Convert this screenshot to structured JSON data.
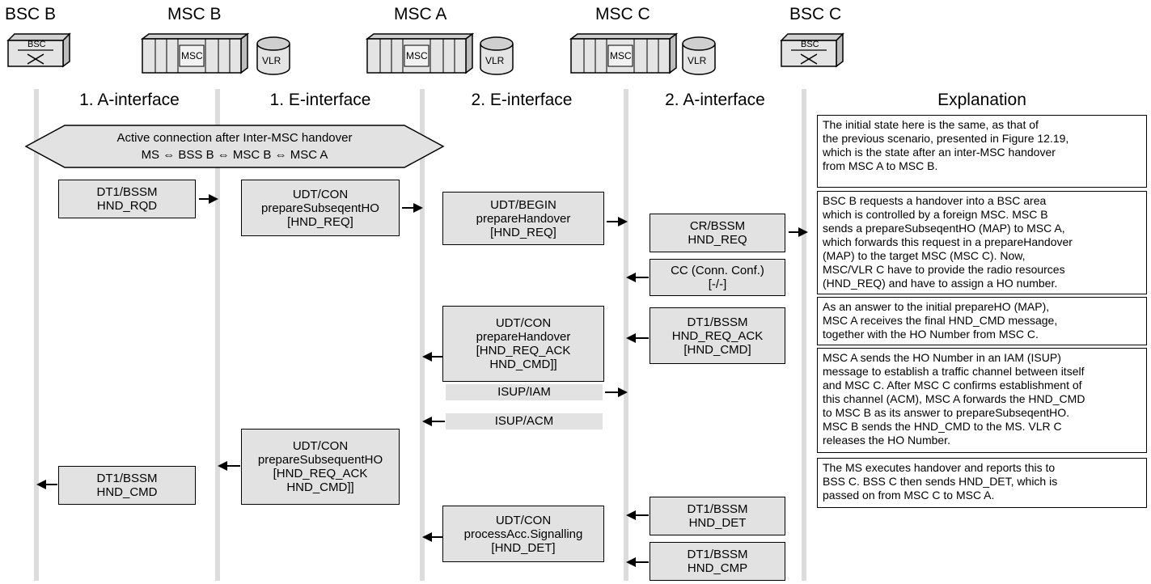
{
  "nodes": {
    "bsc_b": {
      "title": "BSC B",
      "box_label": "BSC"
    },
    "msc_b": {
      "title": "MSC B",
      "msc_label": "MSC",
      "vlr_label": "VLR"
    },
    "msc_a": {
      "title": "MSC A",
      "msc_label": "MSC",
      "vlr_label": "VLR"
    },
    "msc_c": {
      "title": "MSC C",
      "msc_label": "MSC",
      "vlr_label": "VLR"
    },
    "bsc_c": {
      "title": "BSC C",
      "box_label": "BSC"
    }
  },
  "interfaces": [
    "1. A-interface",
    "1. E-interface",
    "2. E-interface",
    "2. A-interface",
    "Explanation"
  ],
  "banner": {
    "line1": "Active connection after Inter-MSC handover",
    "line2": "MS ⇔ BSS B ⇔ MSC B ⇔ MSC A"
  },
  "messages": {
    "m1": "DT1/BSSM\nHND_RQD",
    "m2": "UDT/CON\nprepareSubseqentHO\n[HND_REQ]",
    "m3": "UDT/BEGIN\nprepareHandover\n[HND_REQ]",
    "m4": "CR/BSSM\nHND_REQ",
    "m5": "CC (Conn. Conf.)\n[-/-]",
    "m6": "DT1/BSSM\nHND_REQ_ACK\n[HND_CMD]",
    "m7": "UDT/CON\nprepareHandover\n[HND_REQ_ACK\nHND_CMD]]",
    "m8": "ISUP/IAM",
    "m9": "ISUP/ACM",
    "m10": "UDT/CON\nprepareSubsequentHO\n[HND_REQ_ACK\nHND_CMD]]",
    "m11": "DT1/BSSM\nHND_CMD",
    "m12": "DT1/BSSM\nHND_DET",
    "m13": "UDT/CON\nprocessAcc.Signalling\n[HND_DET]",
    "m14": "DT1/BSSM\nHND_CMP"
  },
  "explanations": [
    "The initial state here is the same, as that of\nthe previous scenario, presented in Figure 12.19,\nwhich is the state after an inter-MSC handover\nfrom MSC A to MSC B.",
    "BSC B requests a handover into a BSC area\nwhich is controlled by a foreign MSC. MSC B\nsends a prepareSubseqentHO (MAP) to MSC A,\nwhich forwards this request in a prepareHandover\n(MAP) to the target MSC (MSC C). Now,\nMSC/VLR C have to provide the radio resources\n(HND_REQ) and have to assign a HO number.",
    "As an answer to the initial prepareHO (MAP),\nMSC A receives the final HND_CMD message,\ntogether with the HO Number from MSC C.",
    "MSC A sends the HO Number in an IAM (ISUP)\nmessage to establish a traffic channel between itself\nand MSC C. After MSC C confirms establishment of\nthis channel (ACM), MSC A forwards the HND_CMD\nto MSC B as its answer to prepareSubseqentHO.\nMSC B sends the HND_CMD to the MS. VLR C\nreleases the HO Number.",
    "The MS executes handover and reports this to\nBSS C. BSS C then sends HND_DET, which is\npassed on from MSC C to MSC A."
  ],
  "colors": {
    "box_fill": "#e2e2e2",
    "lane": "#dcdcdc",
    "stroke": "#000000"
  }
}
